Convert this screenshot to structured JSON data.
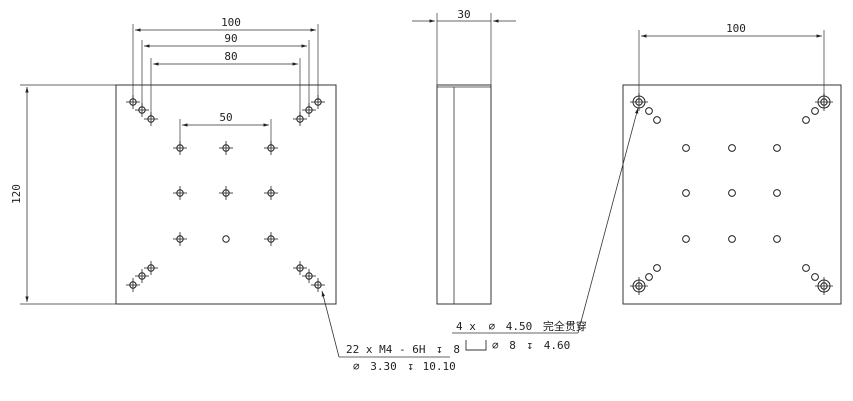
{
  "front_view": {
    "dims": {
      "width_100": "100",
      "width_90": "90",
      "width_80": "80",
      "spacing_50": "50",
      "height_120": "120"
    }
  },
  "side_view": {
    "dims": {
      "thickness_30": "30"
    }
  },
  "back_view": {
    "dims": {
      "width_100": "100"
    }
  },
  "notes": {
    "tapped_holes": {
      "count_spec": "22 x  M4 - 6H",
      "depth_symbol": "↧",
      "depth": "8",
      "dia_symbol": "∅",
      "drill_dia": "3.30",
      "drill_depth": "10.10"
    },
    "through_holes": {
      "count_spec": "4 x",
      "dia_symbol": "∅",
      "dia": "4.50",
      "through_text": "完全贯穿",
      "cbore_dia": "8",
      "depth_symbol": "↧",
      "cbore_depth": "4.60"
    }
  }
}
